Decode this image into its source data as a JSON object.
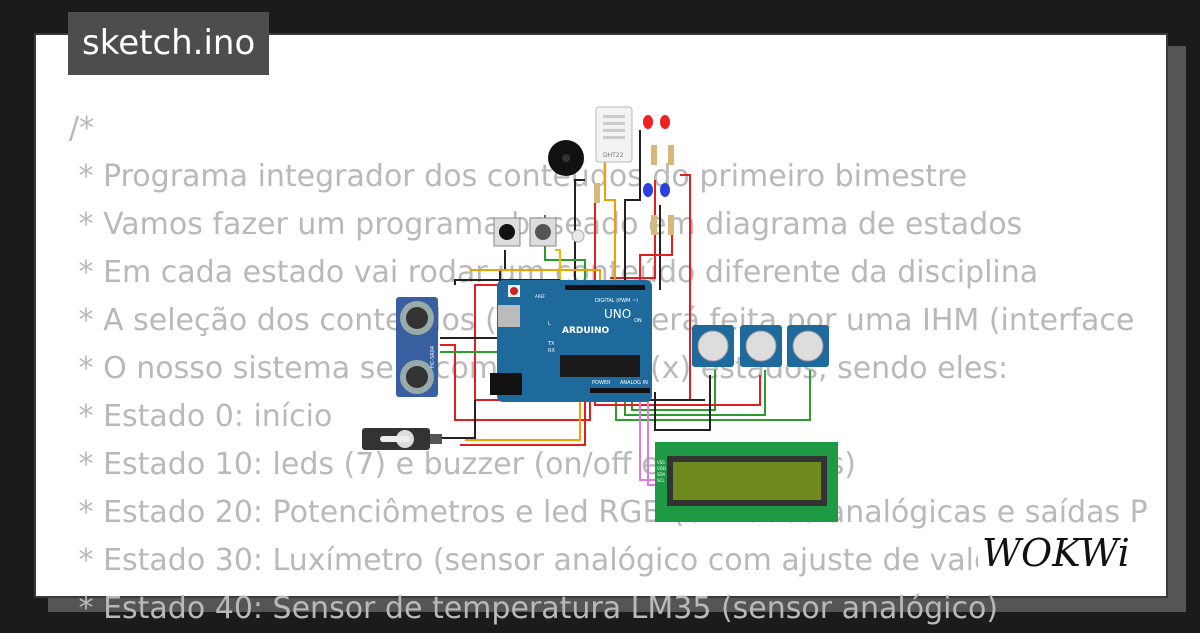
{
  "title": "sketch.ino",
  "code_lines": [
    "/*",
    " * Programa integrador dos conteúdos do primeiro bimestre",
    " * Vamos fazer um programa baseado em diagrama de estados",
    " * Em cada estado vai rodar um conteúdo diferente da disciplina",
    " * A seleção dos conteúdos (estados) será feita por uma IHM (interface",
    " * O nosso sistema será composto por (x) estados, sendo eles:",
    " * Estado 0: início",
    " * Estado 10: leds (7) e buzzer (on/off e frequências)",
    " * Estado 20: Potenciômetros e led RGB (entradas analógicas e saídas P",
    " * Estado 30: Luxímetro (sensor analógico com ajuste de valores)",
    " * Estado 40: Sensor de temperatura LM35 (sensor analógico)"
  ],
  "board": {
    "name": "UNO",
    "brand": "ARDUINO",
    "digital_label": "DIGITAL (PWM ~)",
    "analog_label": "ANALOG IN",
    "power_label": "POWER",
    "on_label": "ON",
    "tx_label": "TX",
    "rx_label": "RX",
    "l_label": "L",
    "aref_label": "AREF"
  },
  "dht": {
    "label": "DHT22"
  },
  "ultrasonic": {
    "label": "HC-SR04"
  },
  "lcd": {
    "pins": [
      "VSS",
      "VDD",
      "SDA",
      "SCL"
    ]
  },
  "logo": {
    "text": "WOKWi"
  },
  "colors": {
    "board": "#1e6a9c",
    "lcd_bezel": "#1d9a43",
    "lcd_screen": "#6e8a1c",
    "code_text": "#b9b9b9",
    "title_bg": "#4d4d4d"
  }
}
